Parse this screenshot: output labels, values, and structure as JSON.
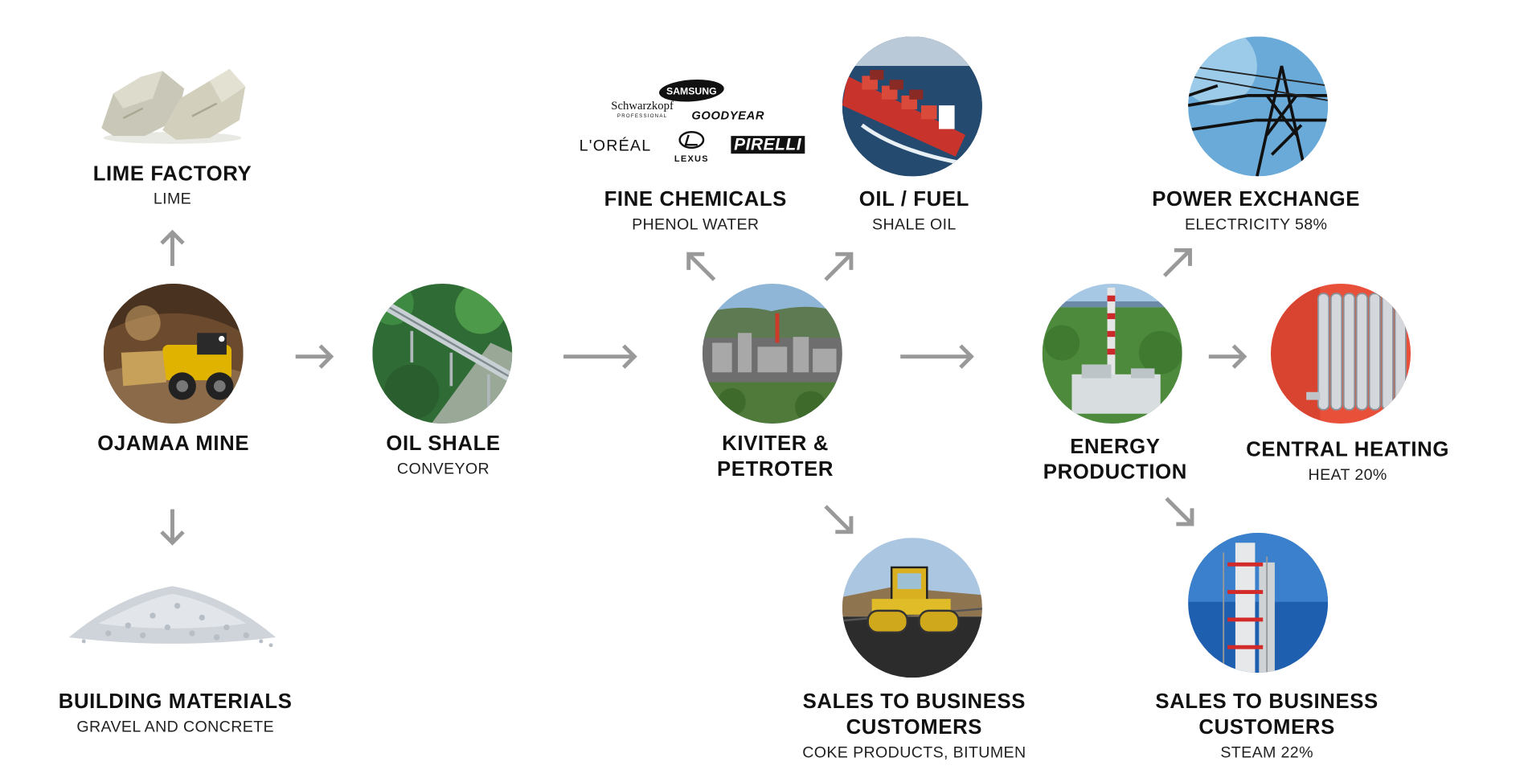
{
  "nodes": {
    "lime_factory": {
      "title": "LIME FACTORY",
      "sub": "LIME"
    },
    "ojamaa_mine": {
      "title": "OJAMAA MINE"
    },
    "building_materials": {
      "title": "BUILDING MATERIALS",
      "sub": "GRAVEL AND CONCRETE"
    },
    "oil_shale": {
      "title": "OIL SHALE",
      "sub": "CONVEYOR"
    },
    "fine_chemicals": {
      "title": "FINE CHEMICALS",
      "sub": "PHENOL WATER"
    },
    "oil_fuel": {
      "title": "OIL / FUEL",
      "sub": "SHALE OIL"
    },
    "kiviter": {
      "title_line1": "KIVITER &",
      "title_line2": "PETROTER"
    },
    "sales_coke": {
      "title_line1": "SALES TO BUSINESS",
      "title_line2": "CUSTOMERS",
      "sub": "COKE PRODUCTS, BITUMEN"
    },
    "energy": {
      "title_line1": "ENERGY",
      "title_line2": "PRODUCTION"
    },
    "power_exchange": {
      "title": "POWER EXCHANGE",
      "sub": "ELECTRICITY 58%"
    },
    "central_heating": {
      "title": "CENTRAL HEATING",
      "sub": "HEAT 20%"
    },
    "sales_steam": {
      "title_line1": "SALES TO BUSINESS",
      "title_line2": "CUSTOMERS",
      "sub": "STEAM 22%"
    }
  },
  "brand_logos": {
    "samsung": "SAMSUNG",
    "schwarzkopf": "Schwarzkopf",
    "schwarzkopf_sub": "PROFESSIONAL",
    "goodyear": "GOODYEAR",
    "loreal": "L'ORÉAL",
    "lexus": "LEXUS",
    "pirelli": "PIRELLI"
  },
  "colors": {
    "arrow": "#999999",
    "text": "#111111"
  },
  "edges": [
    [
      "ojamaa_mine",
      "lime_factory"
    ],
    [
      "ojamaa_mine",
      "building_materials"
    ],
    [
      "ojamaa_mine",
      "oil_shale"
    ],
    [
      "oil_shale",
      "kiviter"
    ],
    [
      "kiviter",
      "fine_chemicals"
    ],
    [
      "kiviter",
      "oil_fuel"
    ],
    [
      "kiviter",
      "sales_coke"
    ],
    [
      "kiviter",
      "energy"
    ],
    [
      "energy",
      "power_exchange"
    ],
    [
      "energy",
      "central_heating"
    ],
    [
      "energy",
      "sales_steam"
    ]
  ]
}
